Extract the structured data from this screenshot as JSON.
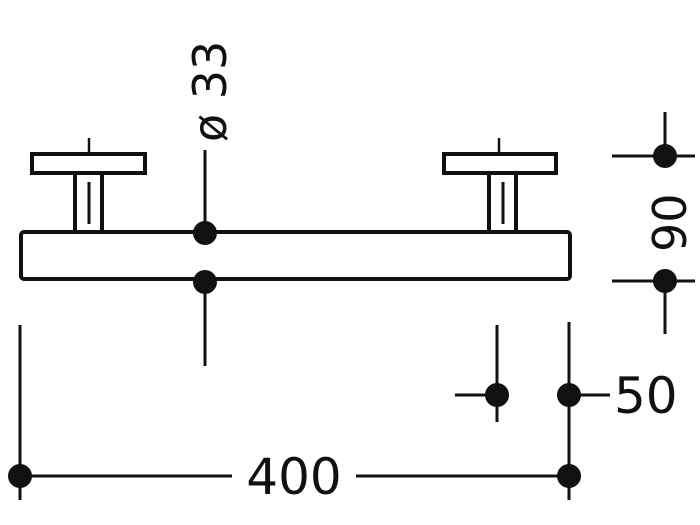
{
  "colors": {
    "line": "#111111",
    "background": "#ffffff",
    "part_fill": "#ffffff"
  },
  "dimensions": {
    "diameter_label": "ø 33",
    "height_label": "90",
    "offset_label": "50",
    "length_label": "400"
  }
}
